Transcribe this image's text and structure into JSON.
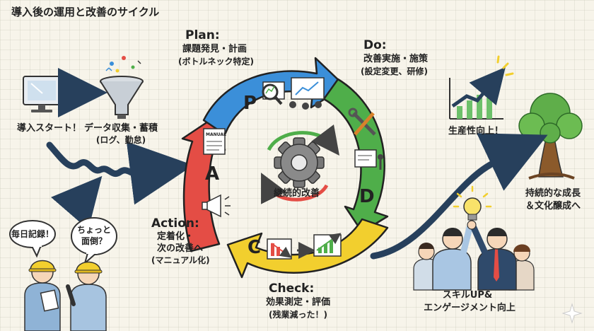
{
  "title": "導入後の運用と改善のサイクル",
  "intro": {
    "start_label": "導入スタート！",
    "data_label_1": "データ収集・蓄積",
    "data_label_2": "(ログ、勤怠)"
  },
  "bubbles": {
    "left": "毎日記録！",
    "right_1": "ちょっと",
    "right_2": "面倒？"
  },
  "cycle": {
    "center_label": "継続的改善",
    "letters": {
      "plan": "P",
      "do": "D",
      "check": "C",
      "action": "A"
    },
    "manual_tag": "MANUAL",
    "plan": {
      "title": "Plan:",
      "line1": "課題発見・計画",
      "line2": "(ボトルネック特定)"
    },
    "do": {
      "title": "Do:",
      "line1": "改善実施・施策",
      "line2": "(設定変更、研修)"
    },
    "check": {
      "title": "Check:",
      "line1": "効果測定・評価",
      "line2": "(残業減った！)"
    },
    "action": {
      "title": "Action:",
      "line1": "定着化・",
      "line2": "次の改善へ",
      "line3": "(マニュアル化)"
    }
  },
  "outcomes": {
    "productivity": "生産性向上！",
    "growth_1": "持続的な成長",
    "growth_2": "＆文化醸成へ",
    "skill_1": "スキルUP&",
    "skill_2": "エンゲージメント向上"
  },
  "colors": {
    "plan": "#3b8fd9",
    "do": "#4fae4a",
    "check": "#f2cf2e",
    "action": "#e44d45",
    "gear": "#777777"
  }
}
